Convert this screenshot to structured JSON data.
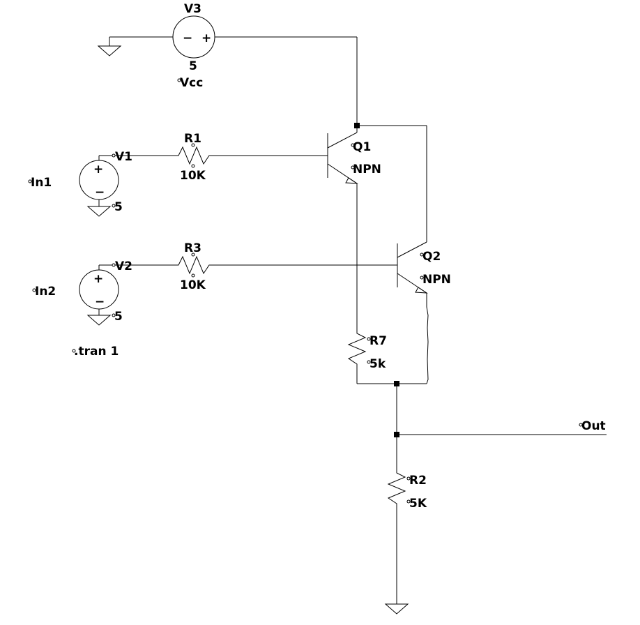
{
  "components": {
    "v3": {
      "ref": "V3",
      "value": "5"
    },
    "v1": {
      "ref": "V1",
      "value": "5"
    },
    "v2": {
      "ref": "V2",
      "value": "5"
    },
    "r1": {
      "ref": "R1",
      "value": "10K"
    },
    "r3": {
      "ref": "R3",
      "value": "10K"
    },
    "r7": {
      "ref": "R7",
      "value": "5k"
    },
    "r2": {
      "ref": "R2",
      "value": "5K"
    },
    "q1": {
      "ref": "Q1",
      "model": "NPN"
    },
    "q2": {
      "ref": "Q2",
      "model": "NPN"
    }
  },
  "nets": {
    "vcc": "Vcc",
    "in1": "In1",
    "in2": "In2",
    "out": "Out"
  },
  "directive": ".tran 1",
  "source_symbols": {
    "plus": "+",
    "minus": "−"
  }
}
